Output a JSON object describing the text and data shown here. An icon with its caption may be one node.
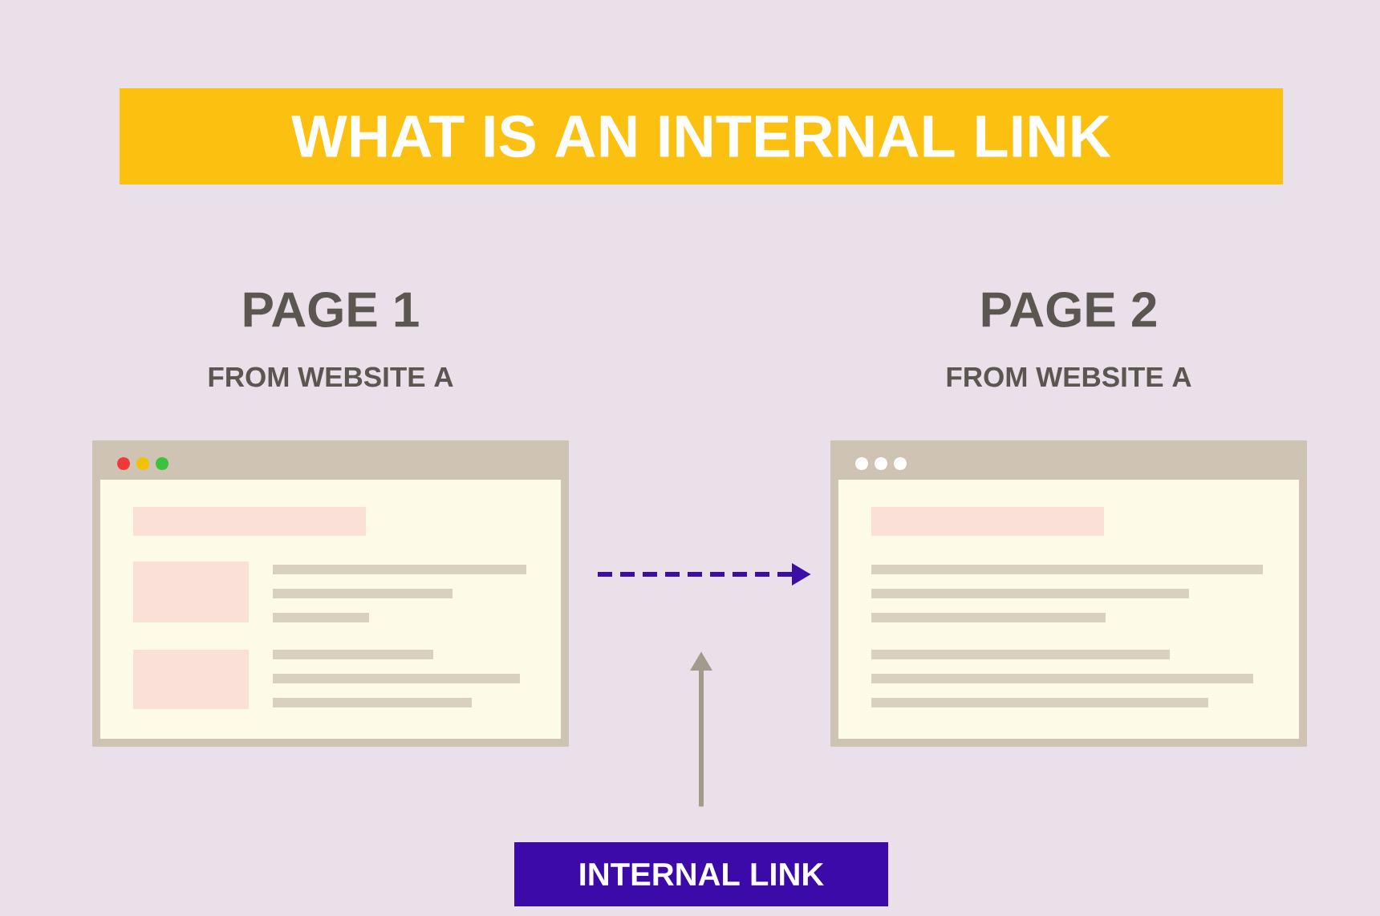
{
  "diagram": {
    "title": "WHAT IS AN INTERNAL LINK",
    "nodes": [
      {
        "text": [
          "PAGE 1",
          "FROM WEBSITE A"
        ]
      },
      {
        "text": [
          "PAGE 2",
          "FROM WEBSITE A"
        ]
      },
      {
        "text": [
          "INTERNAL LINK"
        ]
      }
    ],
    "edges": [
      {
        "from": 0,
        "to": 1,
        "arrow": "to",
        "style": "dashed",
        "color": "#3d0ea6"
      },
      {
        "from": 2,
        "to": null,
        "arrow": "to",
        "color": "#a39a8c"
      }
    ]
  }
}
